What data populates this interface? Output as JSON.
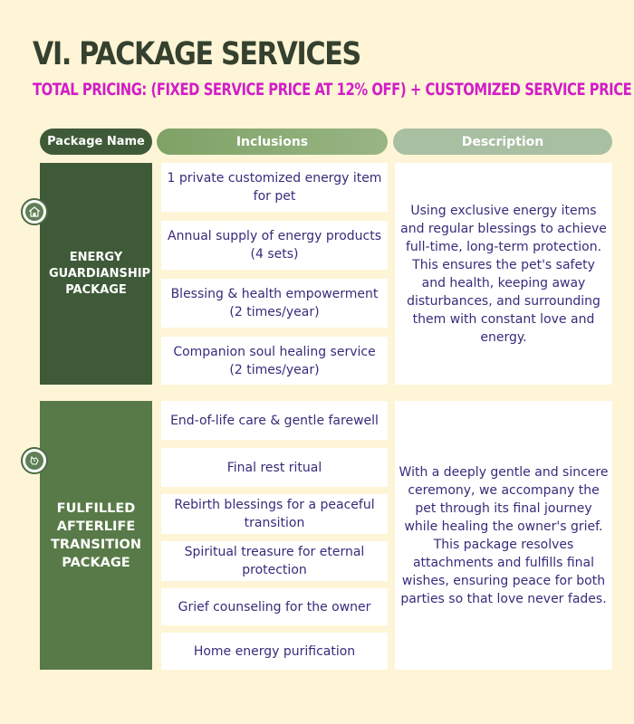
{
  "heading": {
    "title": "VI. PACKAGE SERVICES",
    "subtitle": "TOTAL PRICING: (FIXED SERVICE PRICE AT 12% OFF) + CUSTOMIZED SERVICE PRICE"
  },
  "columns": {
    "name": "Package Name",
    "inclusions": "Inclusions",
    "description": "Description"
  },
  "packages": [
    {
      "name": "ENERGY GUARDIANSHIP PACKAGE",
      "icon": "home-shield-icon",
      "inclusions": [
        "1 private customized energy item for pet",
        "Annual supply of energy products (4 sets)",
        "Blessing & health empowerment (2 times/year)",
        "Companion soul healing service (2 times/year)"
      ],
      "description": "Using exclusive energy items and regular blessings to achieve full-time, long-term protection. This ensures the pet's safety and health, keeping away disturbances, and surrounding them with constant love and energy."
    },
    {
      "name": "FULFILLED AFTERLIFE TRANSITION PACKAGE",
      "icon": "pet-head-icon",
      "inclusions": [
        "End-of-life care & gentle farewell",
        "Final rest ritual",
        "Rebirth blessings for a peaceful transition",
        "Spiritual treasure for eternal protection",
        "Grief counseling for the owner",
        "Home energy purification"
      ],
      "description": "With a deeply gentle and sincere ceremony, we accompany the pet through its final journey while healing the owner's grief. This package resolves attachments and fulfills final wishes, ensuring peace for both parties so that love never fades."
    }
  ],
  "colors": {
    "background": "#fdf5d6",
    "title": "#35412e",
    "subtitle": "#d21ec7",
    "dark_green": "#3f5a38",
    "mid_green": "#587a48",
    "body_text": "#3a2a7a"
  }
}
